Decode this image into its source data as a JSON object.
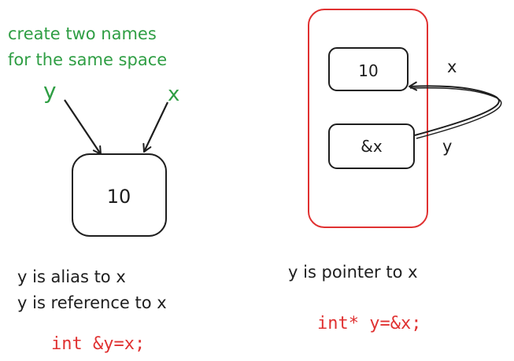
{
  "left_panel": {
    "caption_line1": "create two names",
    "caption_line2": "for the same space",
    "label_y": "y",
    "label_x": "x",
    "box_value": "10",
    "desc_line1": "y is alias to x",
    "desc_line2": "y is reference to x",
    "code": "int &y=x;"
  },
  "right_panel": {
    "box_top_value": "10",
    "box_top_label": "x",
    "box_bottom_value": "&x",
    "box_bottom_label": "y",
    "desc": "y is pointer to x",
    "code": "int* y=&x;"
  },
  "colors": {
    "green_text": "#2f9e44",
    "red_text": "#e03131",
    "ink": "#1e1e1e",
    "frame_red": "#e03131"
  }
}
